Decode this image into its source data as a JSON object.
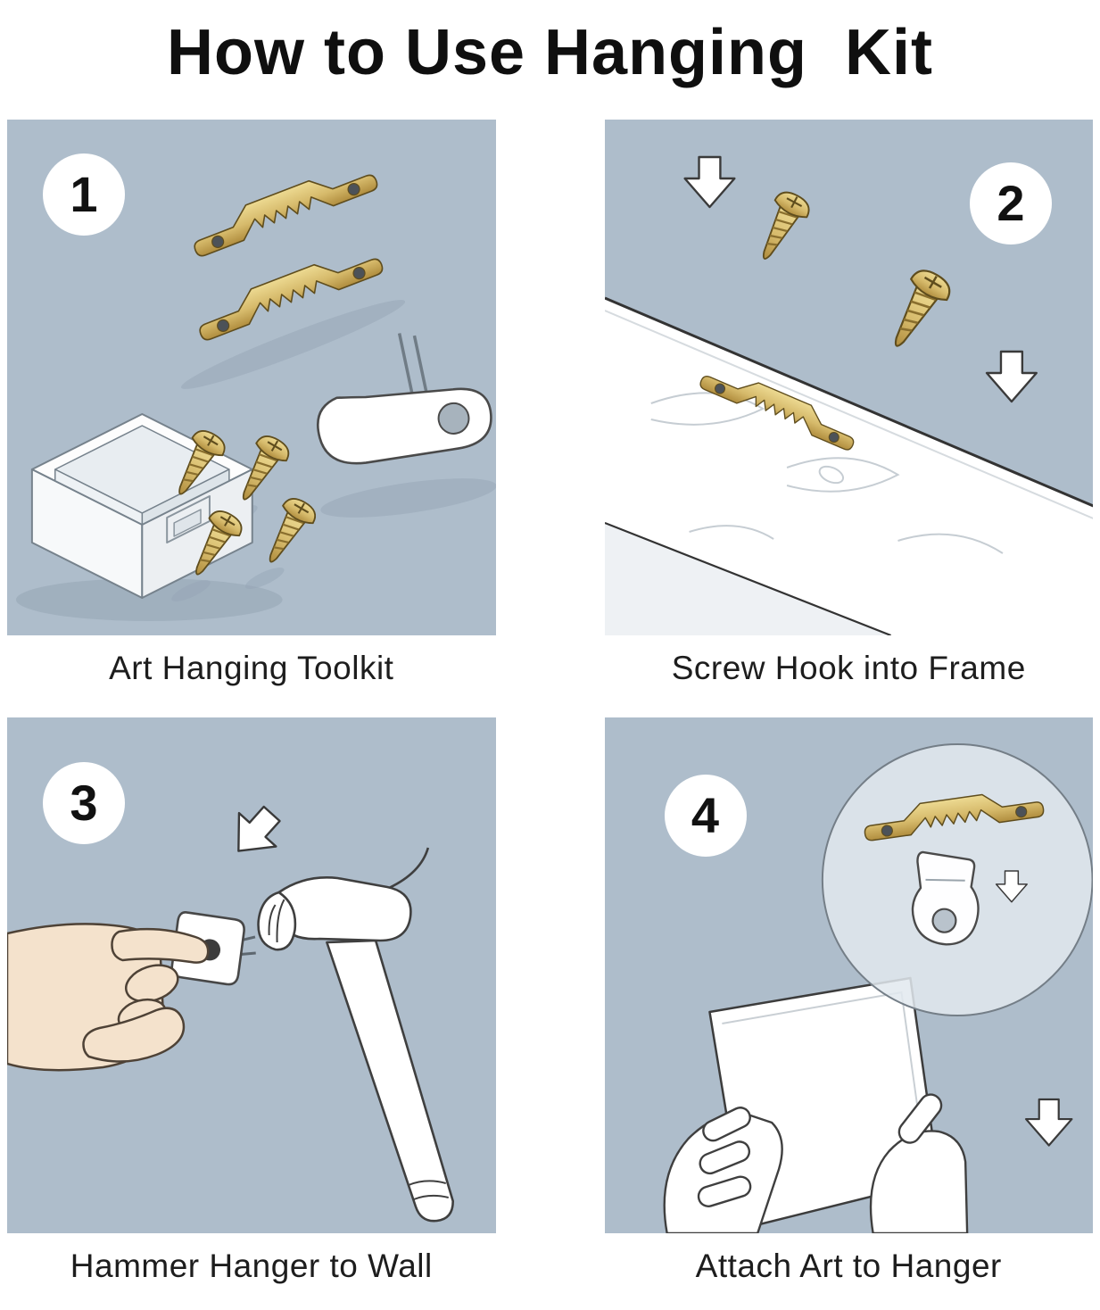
{
  "title": "How to Use Hanging  Kit",
  "panels": [
    {
      "number": "1",
      "caption": "Art Hanging Toolkit",
      "items": [
        "storage-case",
        "sawtooth-hanger",
        "sawtooth-hanger",
        "screw",
        "screw",
        "screw",
        "screw",
        "wall-hook"
      ]
    },
    {
      "number": "2",
      "caption": "Screw Hook into Frame",
      "items": [
        "frame-board",
        "sawtooth-hanger",
        "screw",
        "screw",
        "down-arrow",
        "down-arrow"
      ]
    },
    {
      "number": "3",
      "caption": "Hammer Hanger to Wall",
      "items": [
        "hand",
        "wall-hanger",
        "hammer",
        "down-arrow"
      ]
    },
    {
      "number": "4",
      "caption": "Attach Art to Hanger",
      "items": [
        "magnifier-detail",
        "sawtooth-hanger",
        "wall-hook",
        "picture-frame",
        "left-hand",
        "right-hand",
        "down-arrow",
        "down-arrow"
      ]
    }
  ],
  "colors": {
    "page_background": "#ffffff",
    "panel_background": "#aebdcb",
    "brass": "#d8bd70",
    "brass_shadow": "#ab8a3c",
    "outline": "#3c3c3c",
    "skin": "#f4e2cc",
    "title_text": "#0f0f0f",
    "caption_text": "#1d1d1d"
  }
}
